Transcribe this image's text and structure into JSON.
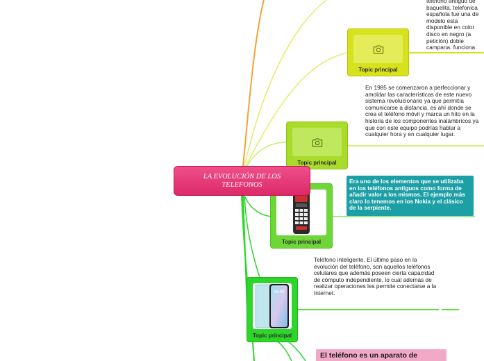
{
  "colors": {
    "central": "#e23b77",
    "yellow_topic": "#d6e21b",
    "green_topic": "#8ad82a",
    "bright_green": "#2ed52a",
    "teal_note": "#1d9fa6",
    "pink_note": "#f2a9c8",
    "orange_branch": "#f4a236"
  },
  "central": {
    "title": "LA EVOLUCIÓN DE LOS TELEFONOS"
  },
  "topics": [
    {
      "label": "Topic principal",
      "image": "camera-icon"
    },
    {
      "label": "Topic principal",
      "image": "camera-icon"
    },
    {
      "label": "Topic principal",
      "image": "feature-phone-photo"
    },
    {
      "label": "Topic principal",
      "image": "smartphone-photo"
    }
  ],
  "notes": {
    "note1": "teléfono antiguo de baquelita. telefonica española fue una de modelo esta disponible en color disco en negro (a petición) doble campana. funciona correctamente para recibir llamadas. esta adaptado a la actual de telefónica.",
    "note2": "En 1985 se comenzaron a perfeccionar y amoldar las características de este nuevo sistema revolucionario ya que permitía comunicarse a distancia. es ahí donde se crea el teléfono móvil y marca un hito en la historia de los componentes inalámbricos ya que con este equipo podrías hablar a cualquier hora y en cualquier lugar.",
    "note3": "Era uno de los elementos que se utilizaba en los teléfonos antiguos como forma de añadir valor a los mismos. El ejemplo más claro lo tenemos en los Nokia y el clásico de la serpiente.",
    "note4": "Teléfono inteligente. El último paso en la evolución del teléfono, son aquellos teléfonos celulares que además poseen cierta capacidad de cómputo independiente, lo cual además de realizar operaciones les permite conectarse a la Internet.",
    "note5": "El teléfono es un aparato de"
  },
  "phone_screen": {
    "time": "08:08"
  }
}
